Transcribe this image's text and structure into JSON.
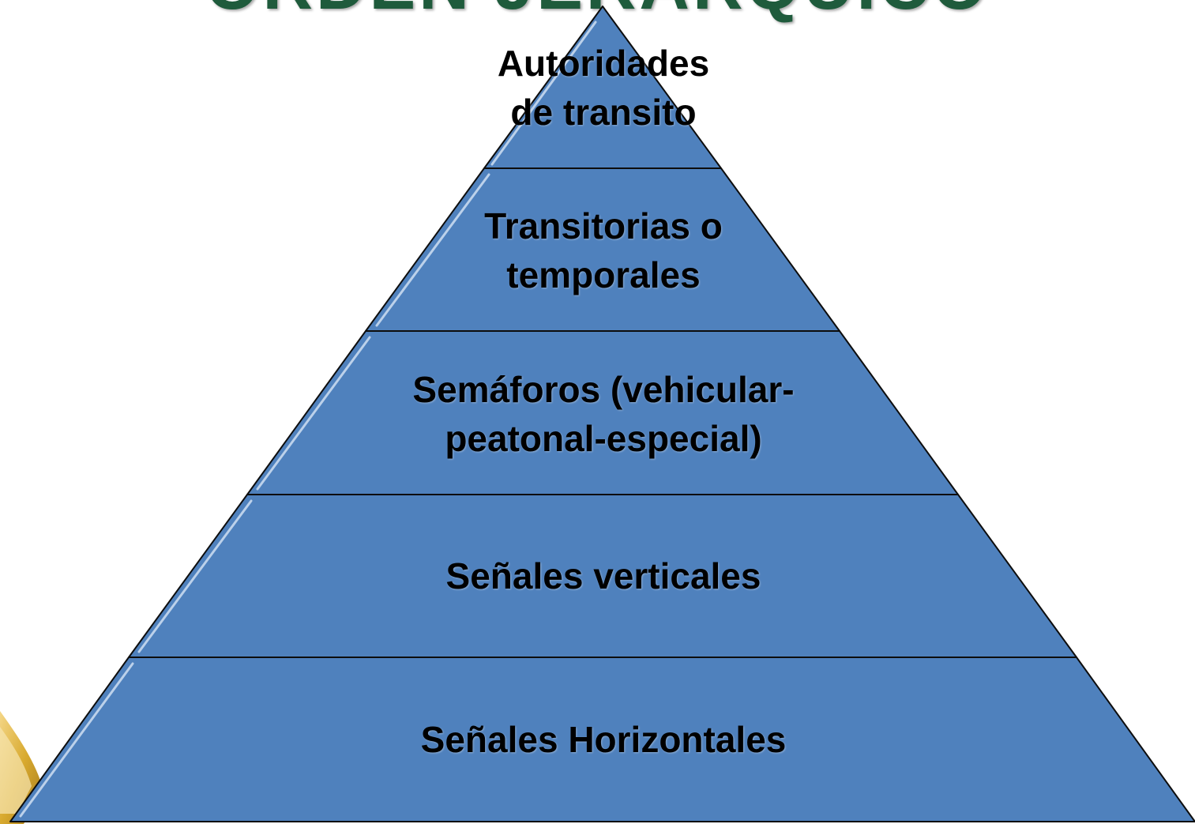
{
  "title": "ORDEN JERÁRQUICO",
  "colors": {
    "tier_fill": "#4f81bd",
    "outline": "#0d0d0d",
    "highlight": "#cfe0f3",
    "title": "#1f5b3c",
    "decor_gold": "#d4a017"
  },
  "levels": [
    {
      "lines": [
        "Autoridades",
        "de transito"
      ]
    },
    {
      "lines": [
        "Transitorias o",
        "temporales"
      ]
    },
    {
      "lines": [
        "Semáforos (vehicular-",
        "peatonal-especial)"
      ]
    },
    {
      "lines": [
        "Señales verticales"
      ]
    },
    {
      "lines": [
        "Señales Horizontales"
      ]
    }
  ]
}
